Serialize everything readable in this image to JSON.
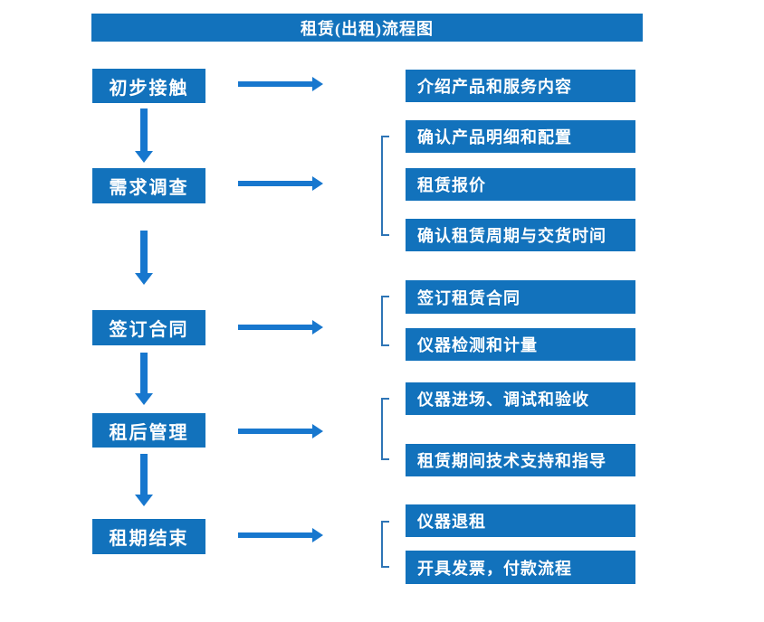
{
  "title": "租赁(出租)流程图",
  "colors": {
    "box_fill": "#1272BC",
    "arrow": "#1777CE",
    "bracket": "#2E75B6",
    "text": "#FFFFFF",
    "background": "#FFFFFF"
  },
  "stages": [
    {
      "label": "初步接触",
      "details": [
        "介绍产品和服务内容"
      ]
    },
    {
      "label": "需求调查",
      "details": [
        "确认产品明细和配置",
        "租赁报价",
        "确认租赁周期与交货时间"
      ]
    },
    {
      "label": "签订合同",
      "details": [
        "签订租赁合同",
        "仪器检测和计量"
      ]
    },
    {
      "label": "租后管理",
      "details": [
        "仪器进场、调试和验收",
        "租赁期间技术支持和指导"
      ]
    },
    {
      "label": "租期结束",
      "details": [
        "仪器退租",
        "开具发票，付款流程"
      ]
    }
  ]
}
